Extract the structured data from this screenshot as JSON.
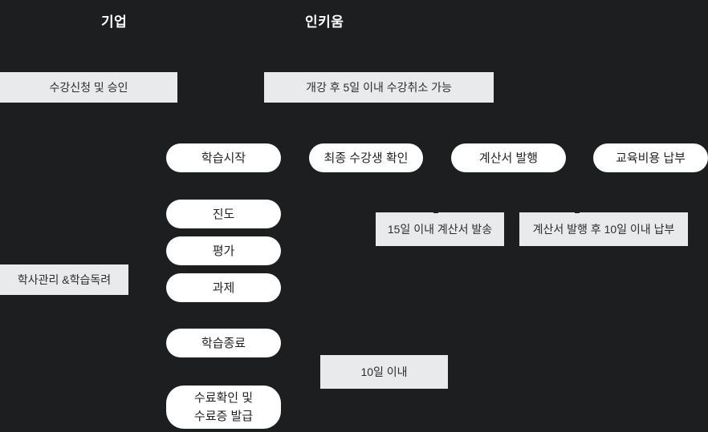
{
  "page": {
    "background_color": "#1d1e20",
    "colors": {
      "box_background": "#e8eaec",
      "pill_background": "#ffffff",
      "box_text": "#2b2d30",
      "pill_text": "#1f2124",
      "header_text": "#ffffff"
    },
    "headers": {
      "company": "기업",
      "provider": "인키움"
    },
    "boxes": {
      "enrollment": "수강신청 및 승인",
      "cancel_window": "개강 후 5일 이내 수강취소 가능",
      "invoice_within_15days": "15일 이내 계산서 발송",
      "pay_within_10days_after_invoice": "계산서 발행 후 10일 이내 납부",
      "academic_management": "학사관리 &학습독려",
      "within_10days": "10일 이내"
    },
    "pills": {
      "learning_start": "학습시작",
      "final_student_check": "최종 수강생 확인",
      "invoice_issue": "계산서 발행",
      "tuition_payment": "교육비용 납부",
      "progress": "진도",
      "evaluation": "평가",
      "assignment": "과제",
      "learning_end": "학습종료",
      "completion_certificate": "수료확인 및\n수료증 발급"
    }
  }
}
